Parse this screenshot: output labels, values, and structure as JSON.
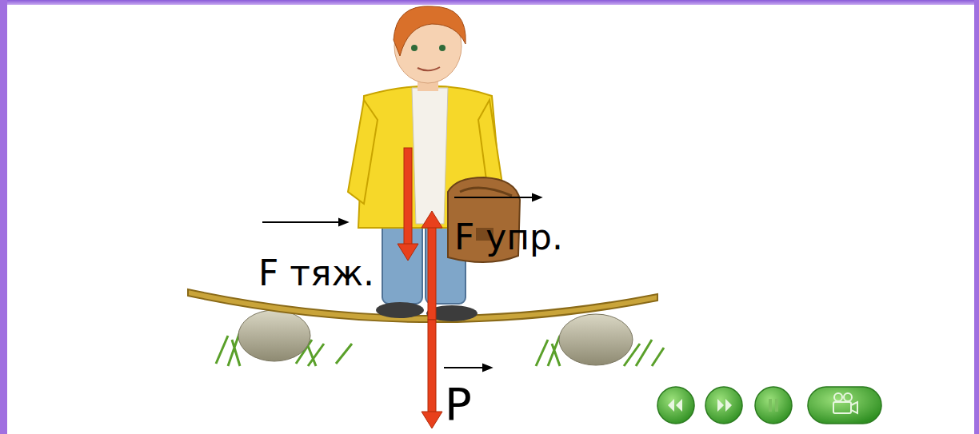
{
  "diagram": {
    "labels": [
      "F тяж.",
      "F упр.",
      "P"
    ]
  }
}
